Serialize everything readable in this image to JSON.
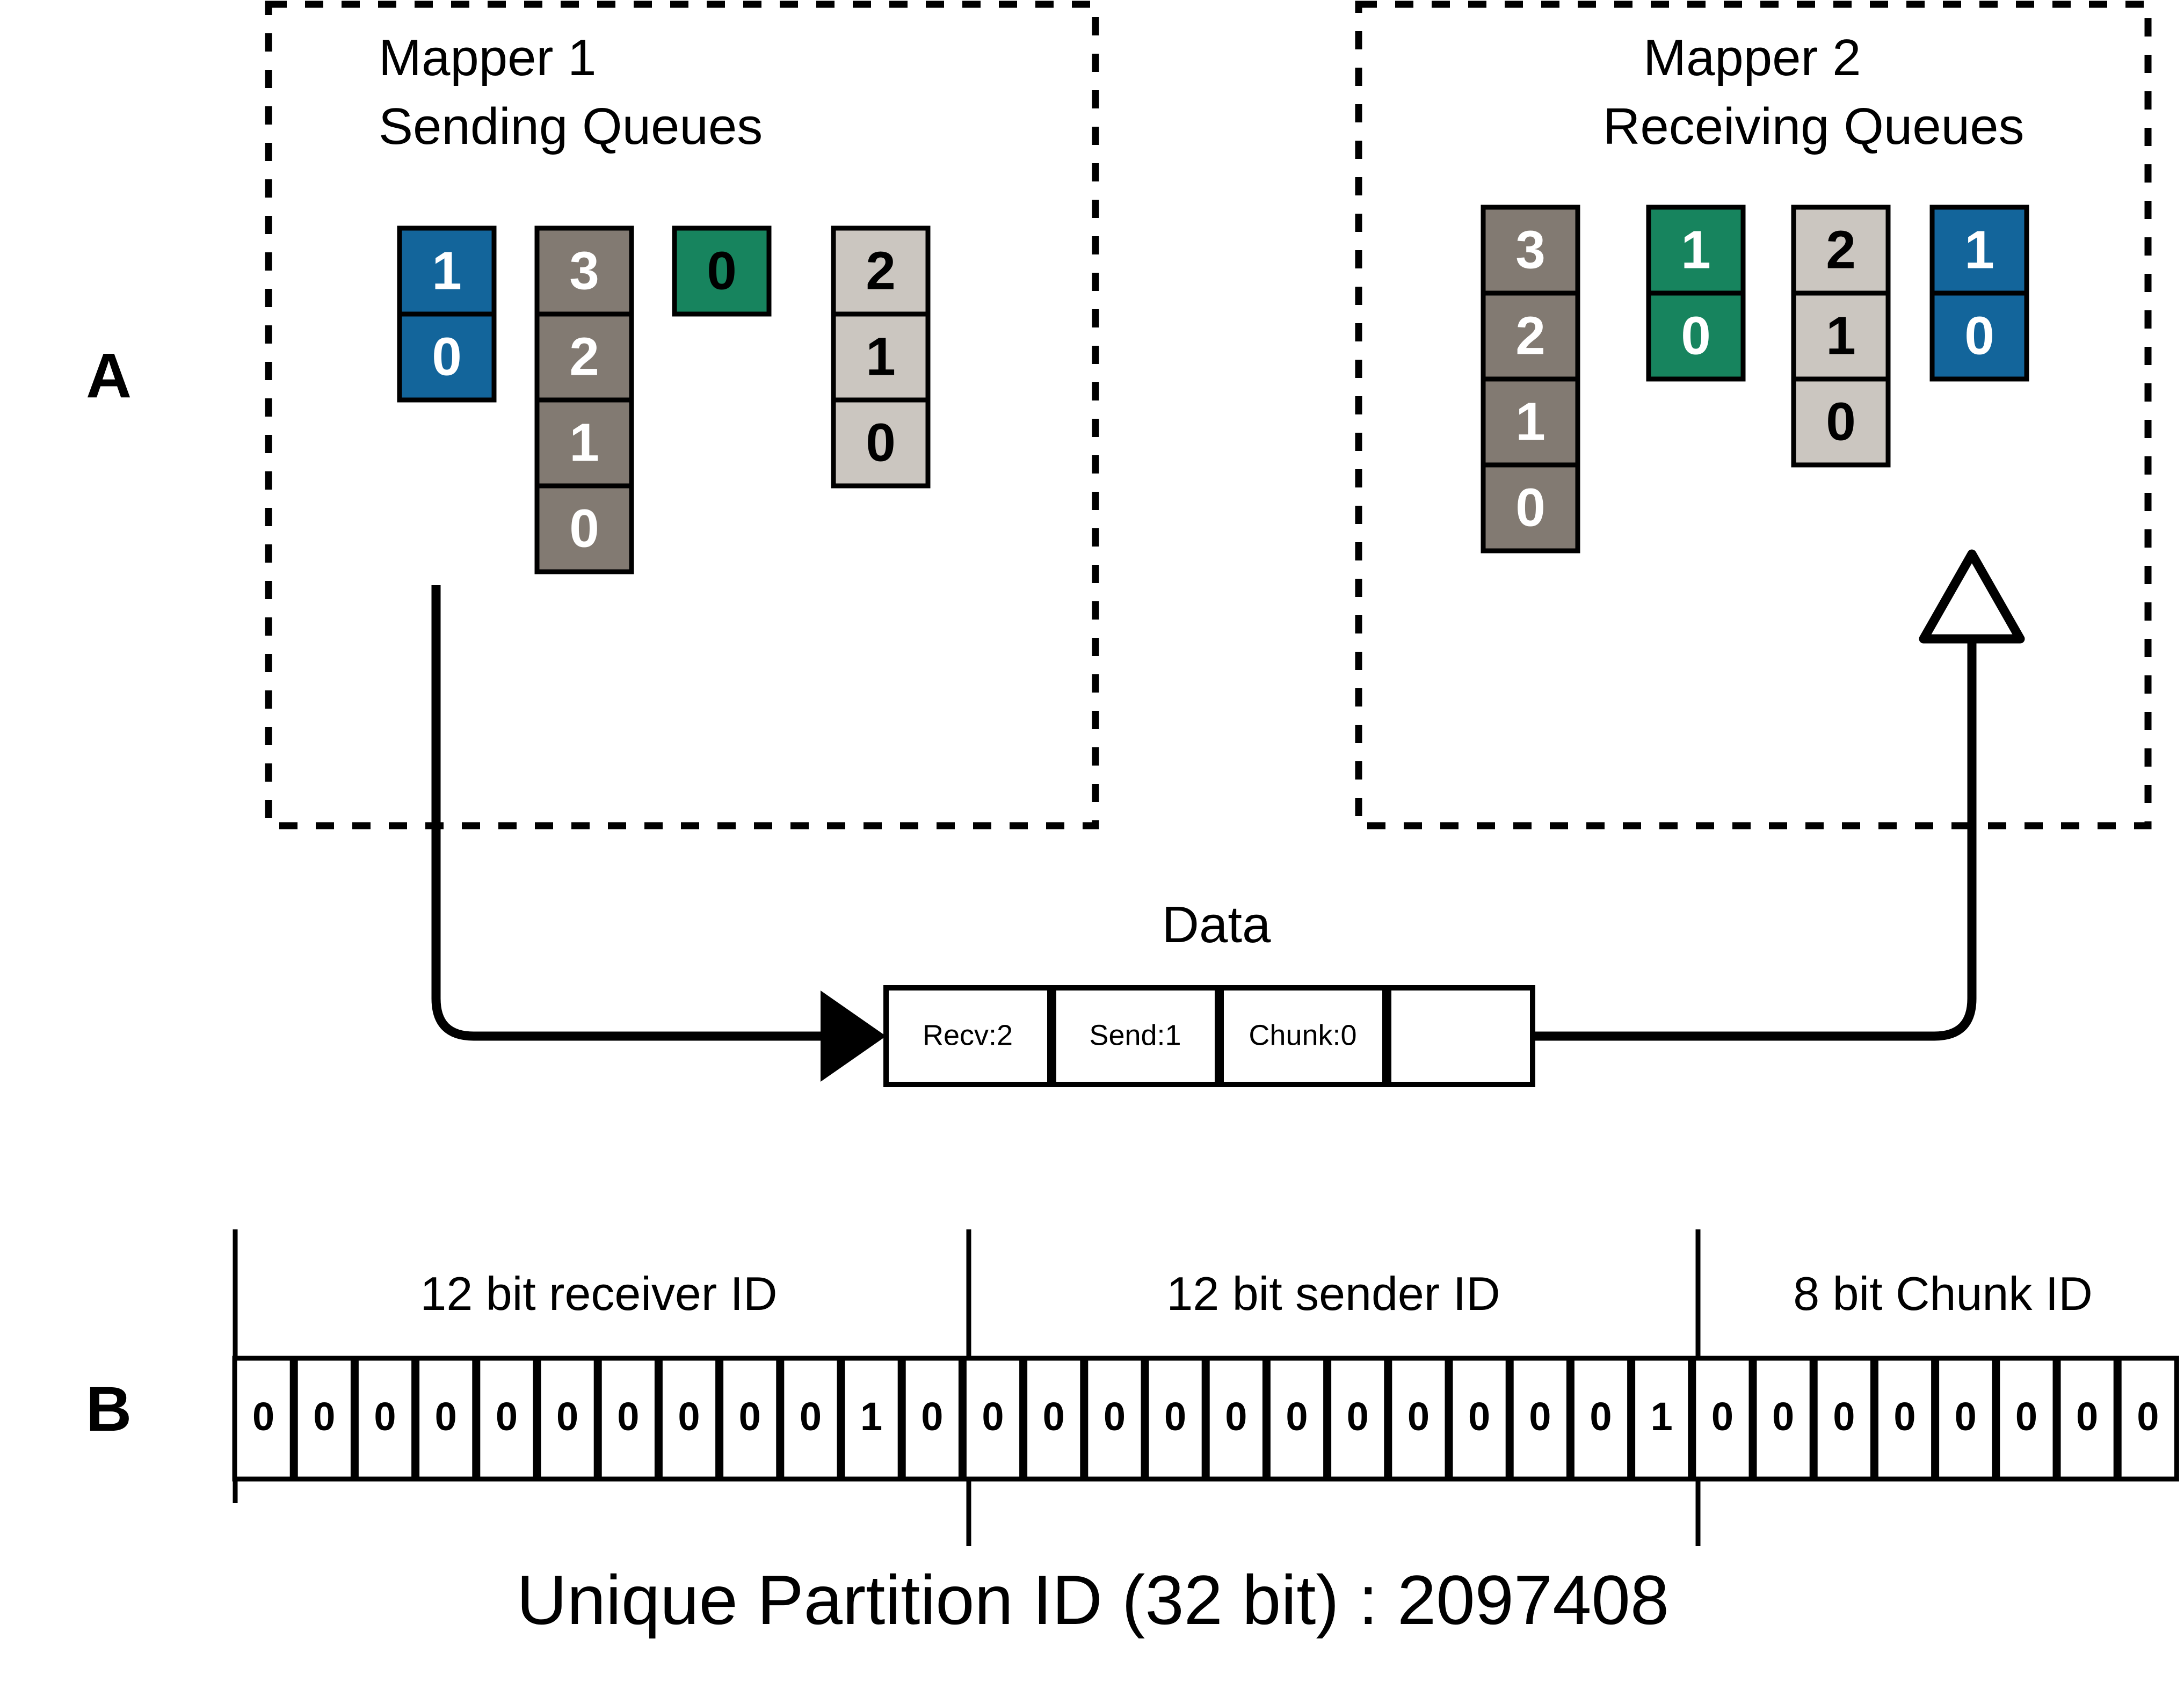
{
  "figure": {
    "panels": [
      {
        "letter": "A"
      },
      {
        "letter": "B"
      }
    ]
  },
  "colors": {
    "blue": "#13659b",
    "green": "#17845e",
    "taupe": "#827a72",
    "light_gray": "#cbc6c0",
    "black": "#000000",
    "white": "#ffffff"
  },
  "panel_a": {
    "mapper1": {
      "title_line1": "Mapper 1",
      "title_line2": "Sending Queues",
      "queues": [
        {
          "name": "queue-blue",
          "color_key": "blue",
          "text_color": "light",
          "cells": [
            "1",
            "0"
          ]
        },
        {
          "name": "queue-taupe",
          "color_key": "taupe",
          "text_color": "light",
          "cells": [
            "3",
            "2",
            "1",
            "0"
          ]
        },
        {
          "name": "queue-green",
          "color_key": "green",
          "text_color": "dark",
          "cells": [
            "0"
          ]
        },
        {
          "name": "queue-gray",
          "color_key": "light_gray",
          "text_color": "dark",
          "cells": [
            "2",
            "1",
            "0"
          ]
        }
      ]
    },
    "mapper2": {
      "title_line1": "Mapper 2",
      "title_line2": "Receiving Queues",
      "queues": [
        {
          "name": "queue-taupe",
          "color_key": "taupe",
          "text_color": "light",
          "cells": [
            "3",
            "2",
            "1",
            "0"
          ]
        },
        {
          "name": "queue-green",
          "color_key": "green",
          "text_color": "light",
          "cells": [
            "1",
            "0"
          ]
        },
        {
          "name": "queue-gray",
          "color_key": "light_gray",
          "text_color": "dark",
          "cells": [
            "2",
            "1",
            "0"
          ]
        },
        {
          "name": "queue-blue",
          "color_key": "blue",
          "text_color": "light",
          "cells": [
            "1",
            "0"
          ]
        }
      ]
    },
    "data_packet": {
      "label": "Data",
      "fields": [
        "Recv:2",
        "Send:1",
        "Chunk:0"
      ],
      "payload_color_key": "blue"
    }
  },
  "panel_b": {
    "field_labels": [
      "12 bit receiver ID",
      "12 bit sender ID",
      "8 bit Chunk ID"
    ],
    "field_widths": [
      12,
      12,
      8
    ],
    "bits": [
      "0",
      "0",
      "0",
      "0",
      "0",
      "0",
      "0",
      "0",
      "0",
      "0",
      "1",
      "0",
      "0",
      "0",
      "0",
      "0",
      "0",
      "0",
      "0",
      "0",
      "0",
      "0",
      "0",
      "1",
      "0",
      "0",
      "0",
      "0",
      "0",
      "0",
      "0",
      "0"
    ],
    "caption": "Unique Partition ID (32 bit) : 2097408"
  }
}
